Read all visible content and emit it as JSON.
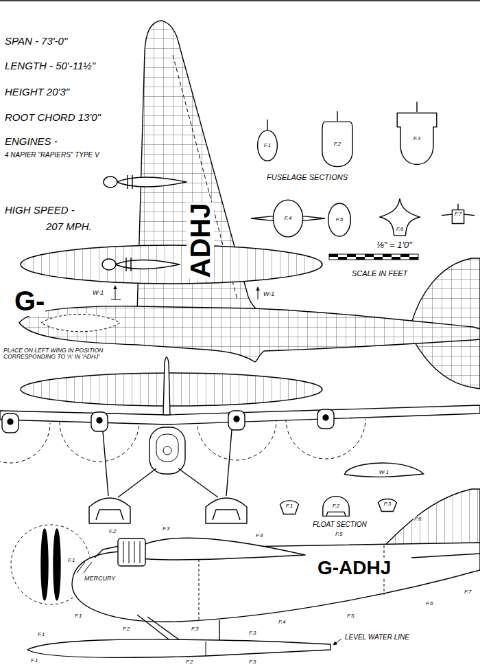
{
  "diagram": {
    "nodes": [
      {
        "text": [
          "F.1"
        ]
      },
      {
        "text": [
          "F.2"
        ]
      },
      {
        "text": [
          "F.3"
        ]
      },
      {
        "text": [
          "F.4"
        ]
      },
      {
        "text": [
          "F.5"
        ]
      },
      {
        "text": [
          "F.6"
        ]
      },
      {
        "text": [
          "F.7"
        ]
      },
      {
        "text": [
          "F.1"
        ]
      },
      {
        "text": [
          "F.2"
        ]
      },
      {
        "text": [
          "F.3"
        ]
      },
      {
        "text": [
          "W-1"
        ]
      }
    ],
    "labels": [
      "SPAN - 73'-0\"",
      "LENGTH - 50'-11½\"",
      "HEIGHT 20'3\"",
      "ROOT CHORD 13'0\"",
      "ENGINES -",
      "4 NAPIER \"RAPIERS\" TYPE V",
      "HIGH SPEED -",
      "207 MPH.",
      "FUSELAGE SECTIONS",
      "⅛\" = 1'0\"",
      "SCALE IN FEET",
      "ADHJ",
      "G-",
      "PLACE ON LEFT WING IN POSITION CORRESPONDING TO 'A' IN 'ADHJ'",
      "W-1",
      "W-1",
      "FLOAT SECTION",
      "MERCURY",
      "G-ADHJ",
      "F.1",
      "F.2",
      "F.3",
      "F.4",
      "F.5",
      "F.6",
      "F.1",
      "F.2",
      "F.3",
      "F.4",
      "F.5",
      "F.6",
      "F.7",
      "F.1",
      "F.3",
      "F.1",
      "F.2",
      "F.3",
      "LEVEL WATER LINE"
    ]
  }
}
